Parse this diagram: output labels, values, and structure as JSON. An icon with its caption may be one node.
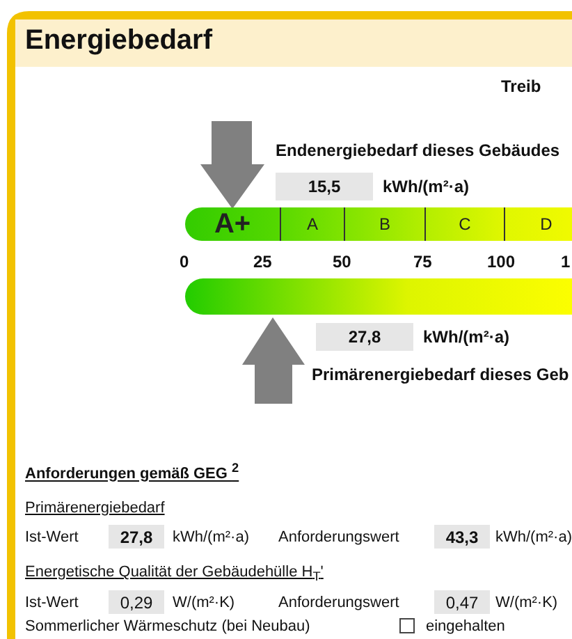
{
  "diagram": {
    "title": "Energiebedarf",
    "nodes": [
      {
        "text": [
          "A+"
        ]
      },
      {
        "text": [
          "A"
        ]
      },
      {
        "text": [
          "B"
        ]
      },
      {
        "text": [
          "C"
        ]
      },
      {
        "text": [
          "D"
        ]
      },
      {
        "text": [
          "15,5"
        ]
      },
      {
        "text": [
          "27,8"
        ]
      },
      {
        "text": [
          "27,8"
        ]
      },
      {
        "text": [
          "43,3"
        ]
      },
      {
        "text": [
          "0,29"
        ]
      },
      {
        "text": [
          "0,47"
        ]
      },
      {
        "text": [],
        "shape": "bar"
      }
    ],
    "labels": [
      "Treib",
      "Endenergiebedarf dieses Gebäudes",
      "kWh/(m²·a)",
      "0",
      "25",
      "50",
      "75",
      "100",
      "1",
      "kWh/(m²·a)",
      "Primärenergiebedarf dieses Geb",
      "Anforderungen gemäß GEG $^{2}$",
      "Primärenergiebedarf",
      "Ist-Wert",
      "kWh/(m²·a)",
      "Anforderungswert",
      "kWh/(m²·a)",
      "Energetische Qualität der Gebäudehülle H$_{T}$'",
      "Ist-Wert",
      "W/(m²·K)",
      "Anforderungswert",
      "W/(m²·K)",
      "Sommerlicher Wärmeschutz (bei Neubau)",
      "eingehalten"
    ]
  }
}
